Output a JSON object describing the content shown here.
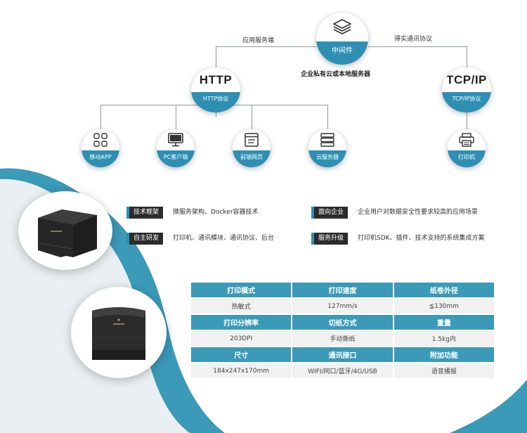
{
  "diagram": {
    "middleware": {
      "label": "中间件",
      "icon": "stack-layers-icon"
    },
    "middleware_caption": "企业私有云或本地服务器",
    "edge_left": "应用服务端",
    "edge_right": "得实通讯协议",
    "http": {
      "title": "HTTP",
      "label": "HTTP协议"
    },
    "tcp": {
      "title": "TCP/IP",
      "label": "TCP/IP协议"
    },
    "clients": [
      {
        "label": "移动APP",
        "icon": "app-grid-icon"
      },
      {
        "label": "PC客户端",
        "icon": "monitor-icon"
      },
      {
        "label": "前端网页",
        "icon": "web-page-icon"
      },
      {
        "label": "云服务器",
        "icon": "server-icon"
      }
    ],
    "printer": {
      "label": "打印机",
      "icon": "printer-icon"
    }
  },
  "features": [
    {
      "tag": "技术框架",
      "text": "微服务架构、Docker容器技术"
    },
    {
      "tag": "面向企业",
      "text": "企业用户对数据安全性要求较高的应用场景"
    },
    {
      "tag": "自主研发",
      "text": "打印机、通讯模块、通讯协议、后台"
    },
    {
      "tag": "服务升级",
      "text": "打印机SDK、插件、技术支持的系统集成方案"
    }
  ],
  "specs": {
    "rows": [
      [
        "打印模式",
        "打印速度",
        "纸卷外径"
      ],
      [
        "热敏式",
        "127mm/s",
        "≦130mm"
      ],
      [
        "打印分辨率",
        "切纸方式",
        "重量"
      ],
      [
        "203DPI",
        "手动撕纸",
        "1.5kg内"
      ],
      [
        "尺寸",
        "通讯接口",
        "附加功能"
      ],
      [
        "184x247x170mm",
        "WIFI/网口/蓝牙/4G/USB",
        "语音播报"
      ]
    ]
  },
  "colors": {
    "accent": "#2e8fb3",
    "tag_bg": "#2c2c2c",
    "wave": "#3a9ab8"
  }
}
